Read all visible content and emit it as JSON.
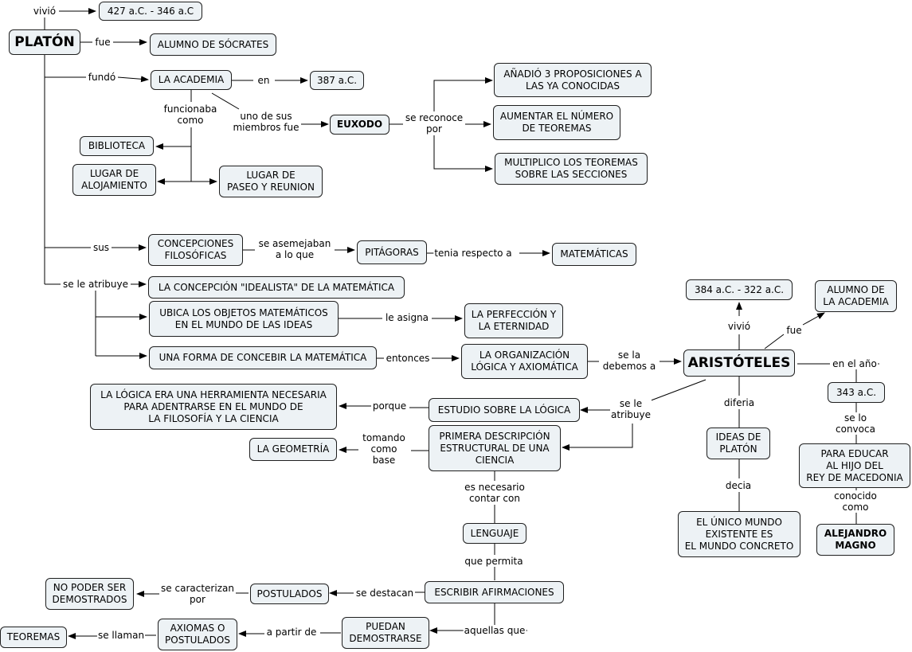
{
  "nodes": {
    "platon": "PLATÓN",
    "fechas_platon": "427 a.C. - 346 a.C",
    "alumno_socrates": "ALUMNO DE SÓCRATES",
    "la_academia": "LA ACADEMIA",
    "anio_387": "387 a.C.",
    "euxodo": "EUXODO",
    "anadio": "AÑADIÓ 3 PROPOSICIONES A\nLAS YA CONOCIDAS",
    "aumentar": "AUMENTAR EL NÚMERO\nDE TEOREMAS",
    "multiplico": "MULTIPLICO LOS TEOREMAS\nSOBRE LAS SECCIONES",
    "biblioteca": "BIBLIOTECA",
    "alojamiento": "LUGAR DE\nALOJAMIENTO",
    "paseo": "LUGAR DE\nPASEO Y REUNION",
    "concepciones": "CONCEPCIONES\nFILOSÓFICAS",
    "pitagoras": "PITÁGORAS",
    "matematicas": "MATEMÁTICAS",
    "idealista": "LA CONCEPCIÓN \"IDEALISTA\" DE LA MATEMÁTICA",
    "ubica": "UBICA LOS OBJETOS MATEMÁTICOS\nEN EL MUNDO DE LAS IDEAS",
    "perfeccion": "LA PERFECCIÓN Y\nLA ETERNIDAD",
    "forma": "UNA FORMA DE CONCEBIR LA MATEMÁTICA",
    "organizacion": "LA ORGANIZACIÓN\nLÓGICA Y AXIOMÁTICA",
    "aristoteles": "ARISTÓTELES",
    "fechas_aristoteles": "384 a.C. - 322 a.C.",
    "alumno_academia": "ALUMNO DE\nLA ACADEMIA",
    "anio_343": "343 a.C.",
    "educar": "PARA EDUCAR\nAL HIJO DEL\nREY DE MACEDONIA",
    "alejandro": "ALEJANDRO\nMAGNO",
    "ideas_platon": "IDEAS DE\nPLATÓN",
    "unico_mundo": "EL ÚNICO MUNDO\nEXISTENTE ES\nEL MUNDO CONCRETO",
    "logica_herramienta": "LA LÓGICA ERA UNA HERRAMIENTA NECESARIA\nPARA ADENTRARSE EN EL MUNDO DE\nLA FILOSOFÍA Y LA CIENCIA",
    "estudio_logica": "ESTUDIO SOBRE LA LÓGICA",
    "geometria": "LA GEOMETRÍA",
    "primera_descripcion": "PRIMERA DESCRIPCIÓN\nESTRUCTURAL DE UNA\nCIENCIA",
    "lenguaje": "LENGUAJE",
    "escribir": "ESCRIBIR AFIRMACIONES",
    "postulados": "POSTULADOS",
    "no_poder": "NO PODER SER\nDEMOSTRADOS",
    "puedan": "PUEDAN\nDEMOSTRARSE",
    "axiomas": "AXIOMAS O\nPOSTULADOS",
    "teoremas": "TEOREMAS"
  },
  "links": {
    "vivio_platon": "vivió",
    "fue_platon": "fue",
    "fundo": "fundó",
    "en": "en",
    "funcionaba_como": "funcionaba\ncomo",
    "uno_de_sus_miembros": "uno de sus\nmiembros fue",
    "se_reconoce_por": "se reconoce\npor",
    "sus": "sus",
    "se_asemejaban": "se asemejaban\na lo que",
    "tenia_respecto": "tenia respecto a",
    "se_le_atribuye_platon": "se le atribuye",
    "le_asigna": "le asigna",
    "entonces": "entonces",
    "se_la_debemos": "se la\ndebemos a",
    "vivio_aristoteles": "vivió",
    "fue_aristoteles": "fue",
    "en_el_anio": "en el año",
    "se_lo_convoca": "se lo convoca",
    "conocido_como": "conocido como",
    "diferia": "diferia",
    "decia": "decia",
    "se_le_atribuye_aristoteles": "se le\natribuye",
    "porque": "porque",
    "tomando_como_base": "tomando\ncomo\nbase",
    "es_necesario": "es necesario\ncontar con",
    "que_permita": "que permita",
    "se_destacan": "se destacan",
    "se_caracterizan": "se caracterizan\npor",
    "aquellas_que": "aquellas que",
    "a_partir_de": "a partir de",
    "se_llaman": "se llaman"
  },
  "colors": {
    "node_fill": "#edf2f5",
    "node_border": "#1f1f1f",
    "line": "#000000"
  }
}
